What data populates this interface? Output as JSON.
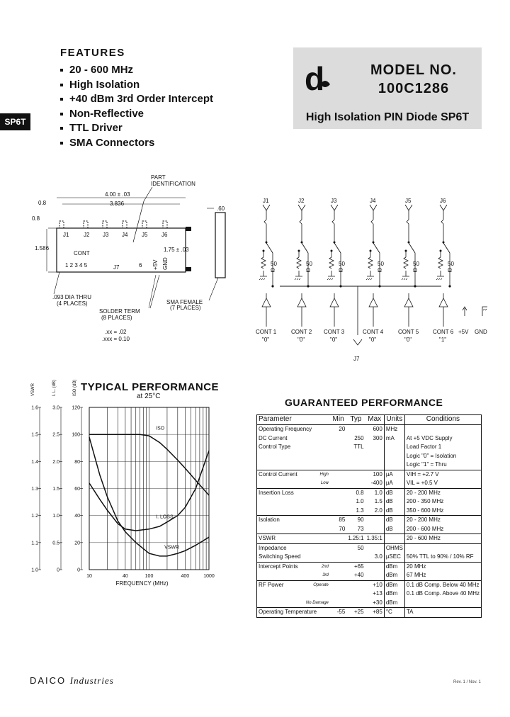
{
  "features": {
    "title": "FEATURES",
    "items": [
      "20 - 600 MHz",
      "High Isolation",
      "+40 dBm 3rd Order Intercept",
      "Non-Reflective",
      "TTL Driver",
      "SMA Connectors"
    ]
  },
  "side_tab": "SP6T",
  "model": {
    "logo": "d",
    "line1": "MODEL NO.",
    "line2": "100C1286",
    "subtitle": "High Isolation PIN Diode SP6T"
  },
  "mech_drawing": {
    "part_id": [
      "PART",
      "IDENTIFICATION"
    ],
    "dim_width": "4.00 ± .03",
    "dim_inner": "3.836",
    "dim_left": "0.8",
    "dim_left2": "0.8",
    "dim_height": "1.586",
    "dim_side": "1.75 ± .03",
    "dim_depth": ".60",
    "ports": [
      "J1",
      "J2",
      "J3",
      "J4",
      "J5",
      "J6",
      "J7"
    ],
    "cont": "CONT",
    "cont_pins": "1 2 3 4 5",
    "pin6": "6",
    "plus5v": "+5V",
    "gnd": "GND",
    "holes": [
      ".093 DIA THRU",
      "(4 PLACES)"
    ],
    "solder": [
      "SOLDER TERM",
      "(8 PLACES)"
    ],
    "sma": [
      "SMA FEMALE",
      "(7 PLACES)"
    ],
    "tolerances": [
      ".xx = .02",
      ".xxx = 0.10"
    ]
  },
  "schematic": {
    "ports": [
      "J1",
      "J2",
      "J3",
      "J4",
      "J5",
      "J6"
    ],
    "resistor": [
      "50",
      "Ω"
    ],
    "controls": [
      "CONT 1",
      "CONT 2",
      "CONT 3",
      "CONT 4",
      "CONT 5",
      "CONT 6"
    ],
    "states": [
      "\"0\"",
      "\"0\"",
      "\"0\"",
      "\"0\"",
      "\"0\"",
      "\"1\""
    ],
    "plus5v": "+5V",
    "gnd": "GND",
    "common": "J7"
  },
  "typical": {
    "title": "TYPICAL PERFORMANCE",
    "subtitle": "at 25°C"
  },
  "chart_data": {
    "type": "line",
    "xlabel": "FREQUENCY (MHz)",
    "x_scale": "log",
    "x_ticks": [
      "10",
      "40",
      "100",
      "400",
      "1000"
    ],
    "xlim": [
      10,
      1000
    ],
    "axes": [
      {
        "label": "VSWR",
        "ticks": [
          "1.6",
          "1.5",
          "1.4",
          "1.3",
          "1.2",
          "1.1",
          "1.0"
        ],
        "range": [
          1.0,
          1.6
        ]
      },
      {
        "label": "I. L. (dB)",
        "ticks": [
          "3.0",
          "2.5",
          "2.0",
          "1.5",
          "1.0",
          "0.5",
          "0"
        ],
        "range": [
          0,
          3.0
        ]
      },
      {
        "label": "ISO (dB)",
        "ticks": [
          "120",
          "100",
          "80",
          "60",
          "40",
          "20",
          "0"
        ],
        "range": [
          0,
          120
        ]
      }
    ],
    "series": [
      {
        "name": "ISO",
        "axis": "ISO (dB)",
        "x": [
          10,
          20,
          40,
          70,
          100,
          150,
          200,
          300,
          400,
          600,
          1000
        ],
        "y": [
          100,
          100,
          100,
          100,
          99,
          94,
          89,
          81,
          75,
          66,
          55
        ]
      },
      {
        "name": "I. LOSS",
        "axis": "I. L. (dB)",
        "x": [
          10,
          15,
          20,
          30,
          40,
          60,
          100,
          150,
          200,
          300,
          400,
          600,
          1000
        ],
        "y": [
          1.6,
          1.3,
          1.1,
          0.85,
          0.75,
          0.72,
          0.75,
          0.8,
          0.88,
          1.0,
          1.15,
          1.5,
          2.2
        ]
      },
      {
        "name": "VSWR",
        "axis": "VSWR",
        "x": [
          10,
          15,
          20,
          30,
          40,
          60,
          100,
          150,
          200,
          300,
          400,
          600,
          1000
        ],
        "y": [
          1.49,
          1.35,
          1.27,
          1.18,
          1.14,
          1.1,
          1.06,
          1.05,
          1.05,
          1.06,
          1.07,
          1.09,
          1.12
        ]
      }
    ]
  },
  "guaranteed": {
    "title": "GUARANTEED PERFORMANCE",
    "headers": [
      "Parameter",
      "Min",
      "Typ",
      "Max",
      "Units",
      "Conditions"
    ],
    "rows": [
      {
        "param": "Operating Frequency",
        "sub": "",
        "min": "20",
        "typ": "",
        "max": "600",
        "units": "MHz",
        "cond": ""
      },
      {
        "param": "DC Current",
        "sub": "",
        "min": "",
        "typ": "250",
        "max": "300",
        "units": "mA",
        "cond": "At +5 VDC Supply"
      },
      {
        "param": "Control Type",
        "sub": "",
        "min": "",
        "typ": "TTL",
        "max": "",
        "units": "",
        "cond": "Load Factor 1"
      },
      {
        "param": "",
        "sub": "",
        "min": "",
        "typ": "",
        "max": "",
        "units": "",
        "cond": "Logic \"0\" = Isolation"
      },
      {
        "param": "",
        "sub": "",
        "min": "",
        "typ": "",
        "max": "",
        "units": "",
        "cond": "Logic \"1\" = Thru"
      },
      {
        "param": "Control Current",
        "sub": "High",
        "min": "",
        "typ": "",
        "max": "100",
        "units": "µA",
        "cond": "VIH = +2.7 V",
        "sep": true
      },
      {
        "param": "",
        "sub": "Low",
        "min": "",
        "typ": "",
        "max": "-400",
        "units": "µA",
        "cond": "VIL = +0.5 V"
      },
      {
        "param": "Insertion Loss",
        "sub": "",
        "min": "",
        "typ": "0.8",
        "max": "1.0",
        "units": "dB",
        "cond": "20 - 200 MHz",
        "sep": true
      },
      {
        "param": "",
        "sub": "",
        "min": "",
        "typ": "1.0",
        "max": "1.5",
        "units": "dB",
        "cond": "200 - 350 MHz"
      },
      {
        "param": "",
        "sub": "",
        "min": "",
        "typ": "1.3",
        "max": "2.0",
        "units": "dB",
        "cond": "350 - 600 MHz"
      },
      {
        "param": "Isolation",
        "sub": "",
        "min": "85",
        "typ": "90",
        "max": "",
        "units": "dB",
        "cond": "20 - 200 MHz",
        "sep": true
      },
      {
        "param": "",
        "sub": "",
        "min": "70",
        "typ": "73",
        "max": "",
        "units": "dB",
        "cond": "200 - 600 MHz"
      },
      {
        "param": "VSWR",
        "sub": "",
        "min": "",
        "typ": "1.25:1",
        "max": "1.35:1",
        "units": "",
        "cond": "20 - 600 MHz",
        "sep": true
      },
      {
        "param": "Impedance",
        "sub": "",
        "min": "",
        "typ": "50",
        "max": "",
        "units": "OHMS",
        "cond": "",
        "sep": true
      },
      {
        "param": "Switching Speed",
        "sub": "",
        "min": "",
        "typ": "",
        "max": "3.0",
        "units": "µSEC",
        "cond": "50% TTL to 90% / 10% RF"
      },
      {
        "param": "Intercept Points",
        "sub": "2nd",
        "min": "",
        "typ": "+65",
        "max": "",
        "units": "dBm",
        "cond": "20 MHz",
        "sep": true
      },
      {
        "param": "",
        "sub": "3rd",
        "min": "",
        "typ": "+40",
        "max": "",
        "units": "dBm",
        "cond": "67 MHz"
      },
      {
        "param": "RF Power",
        "sub": "Operate",
        "min": "",
        "typ": "",
        "max": "+10",
        "units": "dBm",
        "cond": "0.1 dB Comp. Below 40 MHz",
        "sep": true
      },
      {
        "param": "",
        "sub": "",
        "min": "",
        "typ": "",
        "max": "+13",
        "units": "dBm",
        "cond": "0.1 dB Comp. Above 40 MHz"
      },
      {
        "param": "",
        "sub": "No Damage",
        "min": "",
        "typ": "",
        "max": "+30",
        "units": "dBm",
        "cond": ""
      },
      {
        "param": "Operating Temperature",
        "sub": "",
        "min": "-55",
        "typ": "+25",
        "max": "+85",
        "units": "°C",
        "cond": "TA",
        "sep": true
      }
    ]
  },
  "footer": {
    "brand": "DAICO",
    "brand2": "Industries",
    "rev": "Rev. 1 / Nov. 1"
  }
}
